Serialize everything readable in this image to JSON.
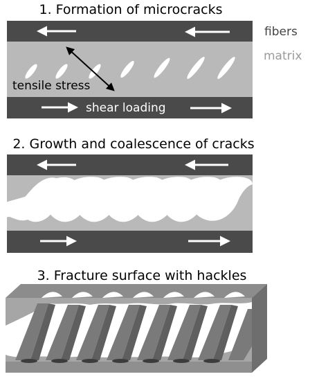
{
  "panels": [
    {
      "title": "1. Formation of microcracks",
      "labels": {
        "fibers": "fibers",
        "matrix": "matrix",
        "tensile_stress": "tensile stress",
        "shear_loading": "shear loading"
      }
    },
    {
      "title": "2. Growth and coalescence of cracks"
    },
    {
      "title": "3. Fracture surface with hackles"
    }
  ],
  "colors": {
    "fiber": "#4a4a4a",
    "matrix": "#b9b9b9",
    "crack": "#ffffff",
    "label_dark": "#444444",
    "label_light": "#9a9a9a",
    "block_top": "#8c8c8c",
    "block_front": "#a6a6a6",
    "block_side": "#6e6e6e"
  }
}
